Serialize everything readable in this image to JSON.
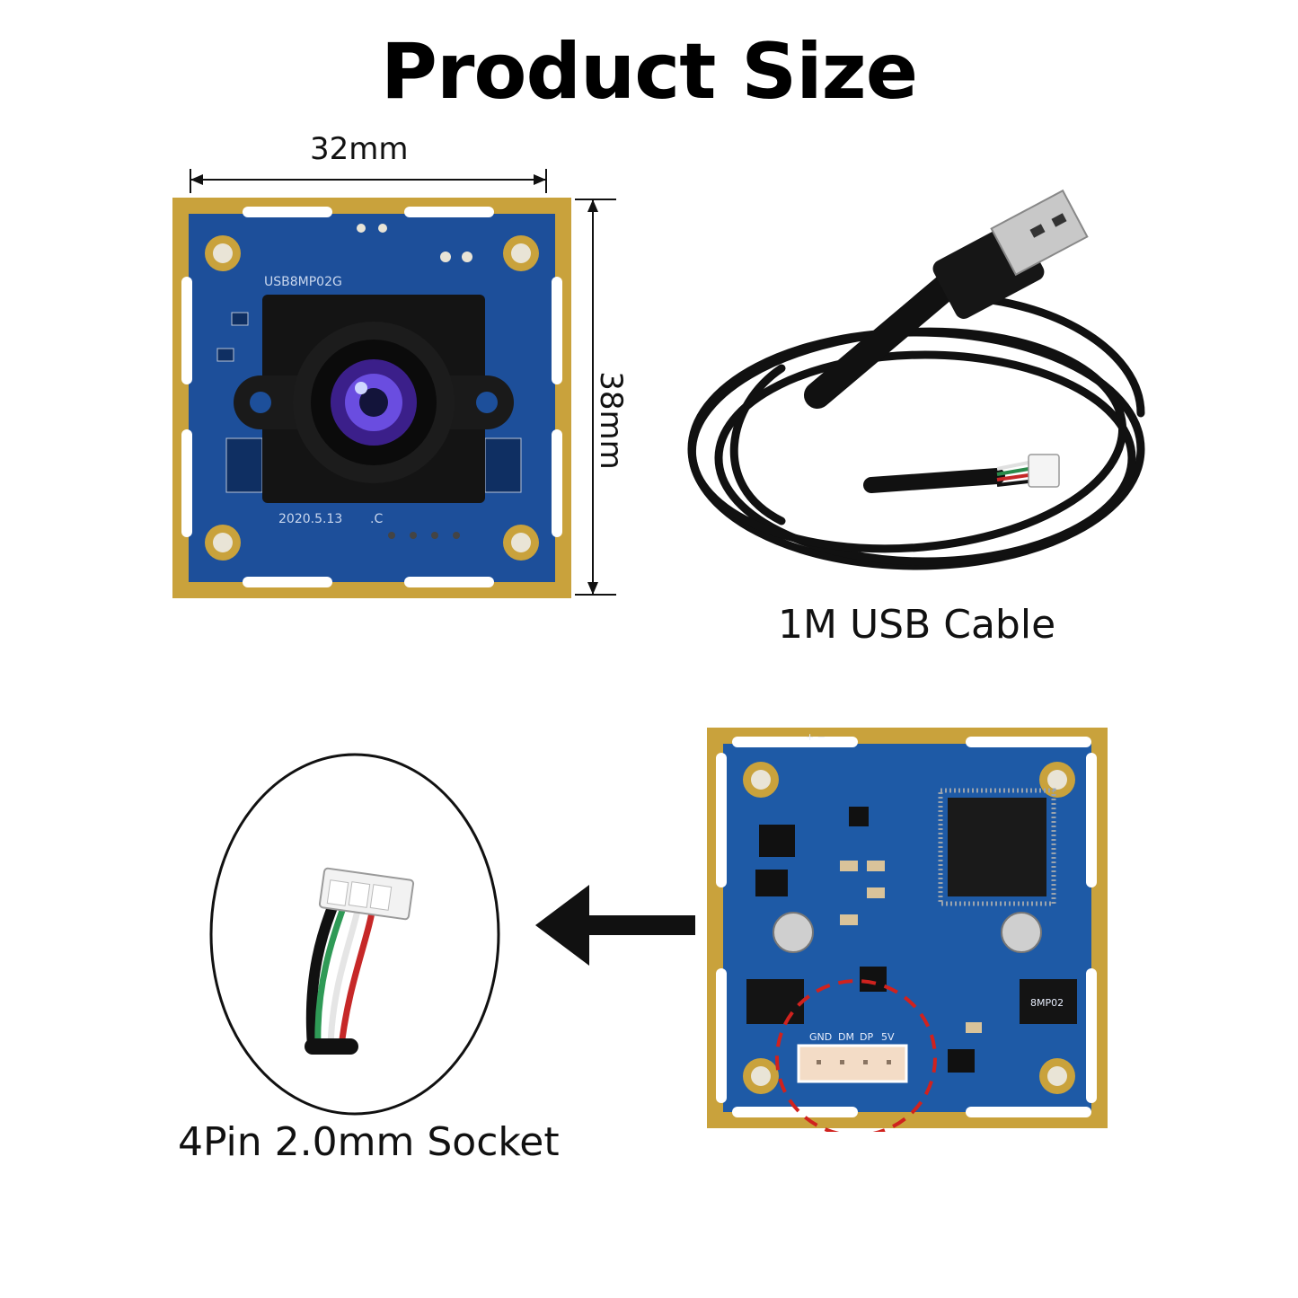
{
  "heading": {
    "title": "Product Size"
  },
  "dimensions": {
    "width_label": "32mm",
    "height_label": "38mm"
  },
  "front_board": {
    "model_marking": "USB8MP02G",
    "date_marking": "2020.5.13",
    "rev_marking": ".C"
  },
  "cable": {
    "caption": "1M USB Cable"
  },
  "back_board": {
    "pin_labels": [
      "GND",
      "DM",
      "DP",
      "5V"
    ],
    "polarity_marking": "+ −",
    "chip_marking": "8MP02"
  },
  "socket": {
    "caption": "4Pin 2.0mm Socket"
  },
  "colors": {
    "pcb_blue": "#1d4f9a",
    "gold_pad": "#c9a23c",
    "cable_black": "#111111",
    "highlight_red": "#d0221e"
  },
  "icons": {
    "arrow": "arrow-left-icon",
    "lens": "camera-lens-icon",
    "usb_plug": "usb-plug-icon",
    "highlight": "dashed-circle-icon"
  }
}
